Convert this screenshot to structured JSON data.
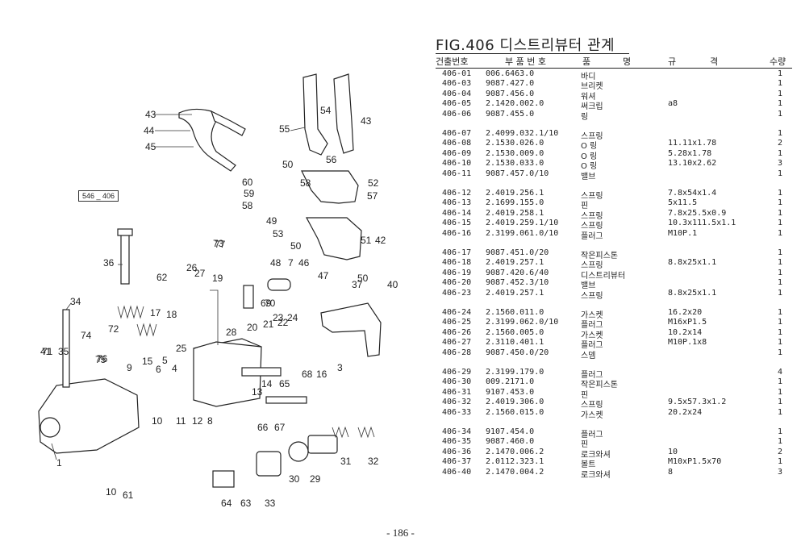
{
  "figure": {
    "title": "FIG.406 디스트리뷰터 관계",
    "box_label": "546 _ 406",
    "callouts": [
      "1",
      "3",
      "4",
      "5",
      "6",
      "7",
      "8",
      "9",
      "10",
      "10",
      "11",
      "12",
      "13",
      "14",
      "15",
      "16",
      "17",
      "18",
      "19",
      "20",
      "21",
      "22",
      "23",
      "24",
      "25",
      "26",
      "27",
      "28",
      "29",
      "30",
      "31",
      "32",
      "33",
      "34",
      "35",
      "36",
      "37",
      "40",
      "41",
      "42",
      "43",
      "43",
      "44",
      "45",
      "46",
      "47",
      "48",
      "49",
      "50",
      "50",
      "50",
      "51",
      "52",
      "53",
      "54",
      "55",
      "56",
      "57",
      "58",
      "58",
      "59",
      "60",
      "61",
      "62",
      "63",
      "64",
      "65",
      "66",
      "67",
      "68",
      "69",
      "70",
      "71",
      "72",
      "73",
      "74",
      "75",
      "76",
      "77"
    ]
  },
  "table": {
    "headers": [
      "건출번호",
      "부 품 번 호",
      "품",
      "명",
      "규",
      "격",
      "수량"
    ],
    "rows": [
      {
        "no": "406-01",
        "part": "006.6463.0",
        "name": "바디",
        "spec": "",
        "qty": "1"
      },
      {
        "no": "406-03",
        "part": "9087.427.0",
        "name": "브리켓",
        "spec": "",
        "qty": "1"
      },
      {
        "no": "406-04",
        "part": "9087.456.0",
        "name": "워셔",
        "spec": "",
        "qty": "1"
      },
      {
        "no": "406-05",
        "part": "2.1420.002.0",
        "name": "써크립",
        "spec": "a8",
        "qty": "1"
      },
      {
        "no": "406-06",
        "part": "9087.455.0",
        "name": "링",
        "spec": "",
        "qty": "1"
      },
      {
        "no": "406-07",
        "part": "2.4099.032.1/10",
        "name": "스프링",
        "spec": "",
        "qty": "1"
      },
      {
        "no": "406-08",
        "part": "2.1530.026.0",
        "name": "O 링",
        "spec": "11.11x1.78",
        "qty": "2"
      },
      {
        "no": "406-09",
        "part": "2.1530.009.0",
        "name": "O 링",
        "spec": "5.28x1.78",
        "qty": "1"
      },
      {
        "no": "406-10",
        "part": "2.1530.033.0",
        "name": "O 링",
        "spec": "13.10x2.62",
        "qty": "3"
      },
      {
        "no": "406-11",
        "part": "9087.457.0/10",
        "name": "밸브",
        "spec": "",
        "qty": "1"
      },
      {
        "no": "406-12",
        "part": "2.4019.256.1",
        "name": "스프링",
        "spec": "7.8x54x1.4",
        "qty": "1"
      },
      {
        "no": "406-13",
        "part": "2.1699.155.0",
        "name": "핀",
        "spec": "5x11.5",
        "qty": "1"
      },
      {
        "no": "406-14",
        "part": "2.4019.258.1",
        "name": "스프링",
        "spec": "7.8x25.5x0.9",
        "qty": "1"
      },
      {
        "no": "406-15",
        "part": "2.4019.259.1/10",
        "name": "스프링",
        "spec": "10.3x111.5x1.1",
        "qty": "1"
      },
      {
        "no": "406-16",
        "part": "2.3199.061.0/10",
        "name": "플러그",
        "spec": "M10P.1",
        "qty": "1"
      },
      {
        "no": "406-17",
        "part": "9087.451.0/20",
        "name": "작은피스톤",
        "spec": "",
        "qty": "1"
      },
      {
        "no": "406-18",
        "part": "2.4019.257.1",
        "name": "스프링",
        "spec": "8.8x25x1.1",
        "qty": "1"
      },
      {
        "no": "406-19",
        "part": "9087.420.6/40",
        "name": "디스트리뷰터",
        "spec": "",
        "qty": "1"
      },
      {
        "no": "406-20",
        "part": "9087.452.3/10",
        "name": "밸브",
        "spec": "",
        "qty": "1"
      },
      {
        "no": "406-23",
        "part": "2.4019.257.1",
        "name": "스프링",
        "spec": "8.8x25x1.1",
        "qty": "1"
      },
      {
        "no": "406-24",
        "part": "2.1560.011.0",
        "name": "가스켓",
        "spec": "16.2x20",
        "qty": "1"
      },
      {
        "no": "406-25",
        "part": "2.3199.062.0/10",
        "name": "플러그",
        "spec": "M16xP1.5",
        "qty": "1"
      },
      {
        "no": "406-26",
        "part": "2.1560.005.0",
        "name": "가스켓",
        "spec": "10.2x14",
        "qty": "1"
      },
      {
        "no": "406-27",
        "part": "2.3110.401.1",
        "name": "플러그",
        "spec": "M10P.1x8",
        "qty": "1"
      },
      {
        "no": "406-28",
        "part": "9087.450.0/20",
        "name": "스뎀",
        "spec": "",
        "qty": "1"
      },
      {
        "no": "406-29",
        "part": "2.3199.179.0",
        "name": "플러그",
        "spec": "",
        "qty": "4"
      },
      {
        "no": "406-30",
        "part": "009.2171.0",
        "name": "작은피스톤",
        "spec": "",
        "qty": "1"
      },
      {
        "no": "406-31",
        "part": "9107.453.0",
        "name": "핀",
        "spec": "",
        "qty": "1"
      },
      {
        "no": "406-32",
        "part": "2.4019.306.0",
        "name": "스프링",
        "spec": "9.5x57.3x1.2",
        "qty": "1"
      },
      {
        "no": "406-33",
        "part": "2.1560.015.0",
        "name": "가스켓",
        "spec": "20.2x24",
        "qty": "1"
      },
      {
        "no": "406-34",
        "part": "9107.454.0",
        "name": "플러그",
        "spec": "",
        "qty": "1"
      },
      {
        "no": "406-35",
        "part": "9087.460.0",
        "name": "핀",
        "spec": "",
        "qty": "1"
      },
      {
        "no": "406-36",
        "part": "2.1470.006.2",
        "name": "로크와셔",
        "spec": "10",
        "qty": "2"
      },
      {
        "no": "406-37",
        "part": "2.0112.323.1",
        "name": "볼트",
        "spec": "M10xP1.5x70",
        "qty": "1"
      },
      {
        "no": "406-40",
        "part": "2.1470.004.2",
        "name": "로크와셔",
        "spec": "8",
        "qty": "3"
      }
    ]
  },
  "page_number": "- 186 -"
}
